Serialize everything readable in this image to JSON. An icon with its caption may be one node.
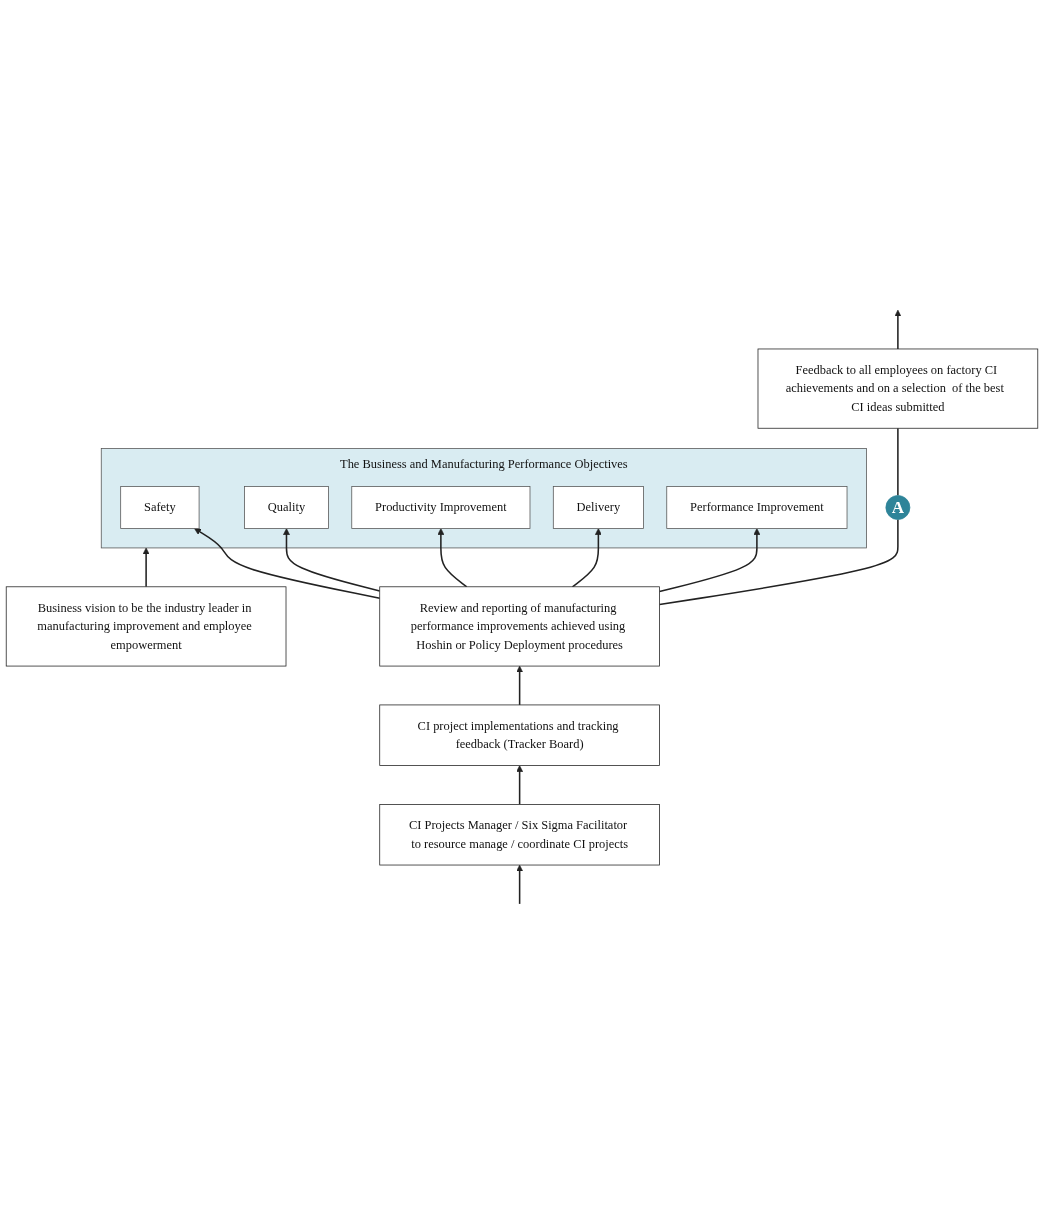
{
  "diagram": {
    "nodes": [
      {
        "text": [
          "Business vision to be the industry leader in manufacturing improvement and employee empowerment"
        ]
      },
      {
        "text": [
          "The Business  and Manufacturing Performance Objectives"
        ]
      },
      {
        "text": [
          "Safety"
        ],
        "in": 1
      },
      {
        "text": [
          "Quality"
        ],
        "in": 1
      },
      {
        "text": [
          "Productivity Improvement"
        ],
        "in": 1
      },
      {
        "text": [
          "Delivery"
        ],
        "in": 1
      },
      {
        "text": [
          "Performance Improvement"
        ],
        "in": 1
      },
      {
        "text": [
          "Review and reporting of manufacturing performance improvements achieved using Hoshin or Policy Deployment procedures"
        ]
      },
      {
        "text": [
          "A"
        ]
      },
      {
        "text": [
          "Feedback to all employees on factory CI achievements and on a selection  of the best  CI ideas submitted"
        ]
      },
      {
        "text": [
          "CI project implementations and tracking feedback (Tracker Board)"
        ]
      },
      {
        "text": [
          "CI Projects Manager / Six Sigma Facilitator to resource manage / coordinate CI projects"
        ]
      }
    ],
    "edges": [
      {
        "from": 0,
        "to": 1,
        "arrow": "to"
      },
      {
        "from": 7,
        "to": 2,
        "arrow": "to"
      },
      {
        "from": 7,
        "to": 3,
        "arrow": "to"
      },
      {
        "from": 7,
        "to": 4,
        "arrow": "to"
      },
      {
        "from": 7,
        "to": 5,
        "arrow": "to"
      },
      {
        "from": 7,
        "to": 6,
        "arrow": "to"
      },
      {
        "from": 7,
        "to": 8,
        "arrow": "none"
      },
      {
        "from": 8,
        "to": 9,
        "arrow": "none"
      },
      {
        "from": 9,
        "to": null,
        "arrow": "to"
      },
      {
        "from": 10,
        "to": 7,
        "arrow": "to"
      },
      {
        "from": 11,
        "to": 10,
        "arrow": "to"
      },
      {
        "from": null,
        "to": 11,
        "arrow": "to"
      }
    ]
  }
}
